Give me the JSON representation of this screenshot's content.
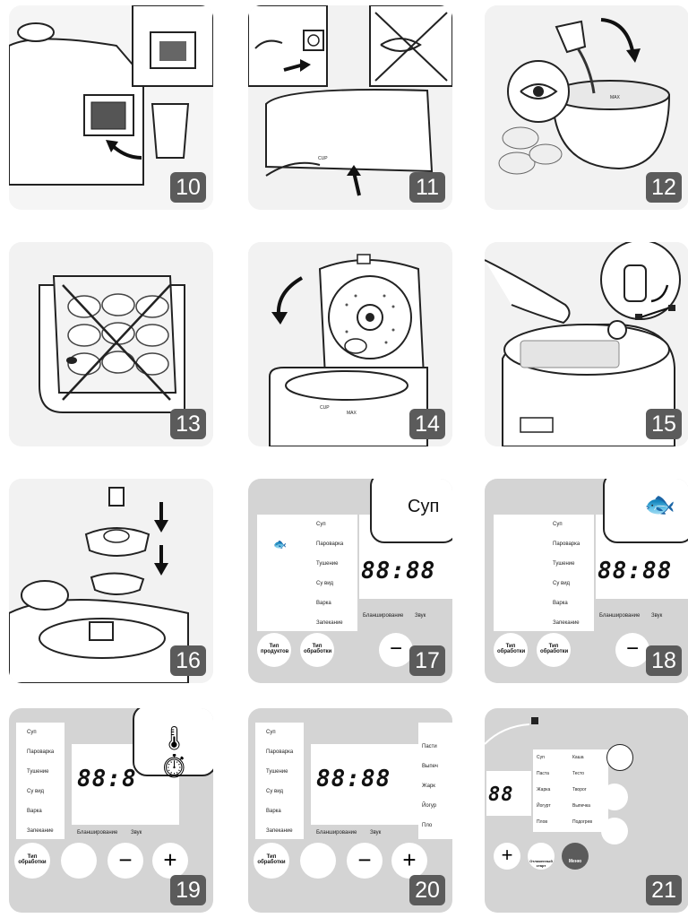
{
  "steps": [
    {
      "number": "10"
    },
    {
      "number": "11"
    },
    {
      "number": "12"
    },
    {
      "number": "13"
    },
    {
      "number": "14"
    },
    {
      "number": "15"
    },
    {
      "number": "16"
    },
    {
      "number": "17"
    },
    {
      "number": "18"
    },
    {
      "number": "19"
    },
    {
      "number": "20"
    },
    {
      "number": "21"
    }
  ],
  "labels": {
    "cup": "CUP",
    "max": "MAX",
    "display_digits": "88:88",
    "display_digits_partial": "88:8",
    "display_digits_short": "88",
    "soup_callout": "Суп"
  },
  "programs_left": [
    "Суп",
    "Пароварка",
    "Тушение",
    "Су вид",
    "Варка",
    "Запекание"
  ],
  "programs_mini": [
    "Суп",
    "Пароварка",
    "Тушение",
    "Су вид",
    "Варка",
    "Запекание"
  ],
  "panel_buttons": {
    "product_type": "Тип продуктов",
    "processing_type": "Тип обработки",
    "keep_warm": "Бланширование",
    "sound": "Звук",
    "delay_start": "Отложенный старт",
    "menu": "Меню"
  },
  "panel21_programs": [
    "Суп",
    "Каша",
    "Паста",
    "Тесто",
    "Жарка",
    "Творог",
    "Йогурт",
    "Выпечка",
    "Плов",
    "Подогрев"
  ],
  "panel20_right": [
    "Пасти",
    "Выпеч",
    "Жарк",
    "Йогур",
    "Пло"
  ]
}
